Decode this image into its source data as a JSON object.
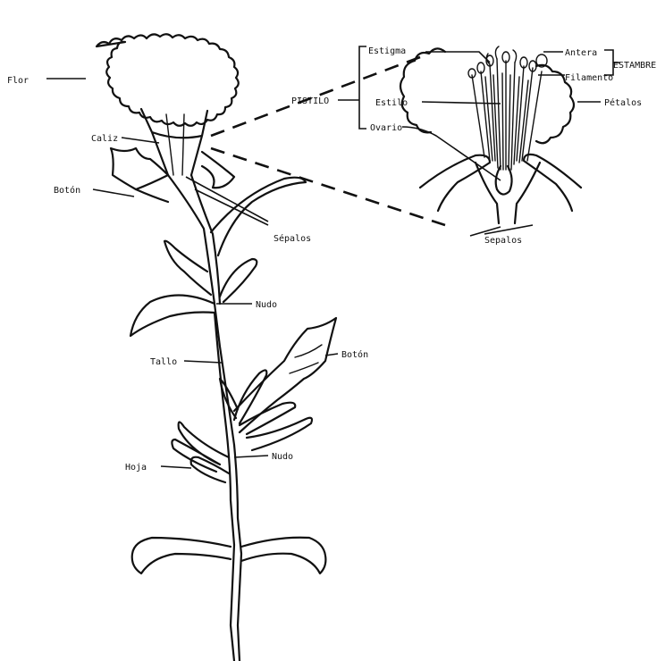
{
  "labels": {
    "flor": "Flor",
    "caliz": "Caliz",
    "boton_left": "Botón",
    "sepalos_main": "Sépalos",
    "nudo_upper": "Nudo",
    "tallo": "Tallo",
    "boton_right": "Botón",
    "hoja": "Hoja",
    "nudo_lower": "Nudo",
    "estigma": "Estigma",
    "antera": "Antera",
    "estambre": "ESTAMBRE",
    "filamento": "Filamento",
    "pistilo": "PISTILO",
    "estilo": "Estilo",
    "petalos": "Pétalos",
    "ovario": "Ovario",
    "sepalos_detail": "Sepalos"
  },
  "colors": {
    "ink": "#111111",
    "background": "#ffffff"
  }
}
